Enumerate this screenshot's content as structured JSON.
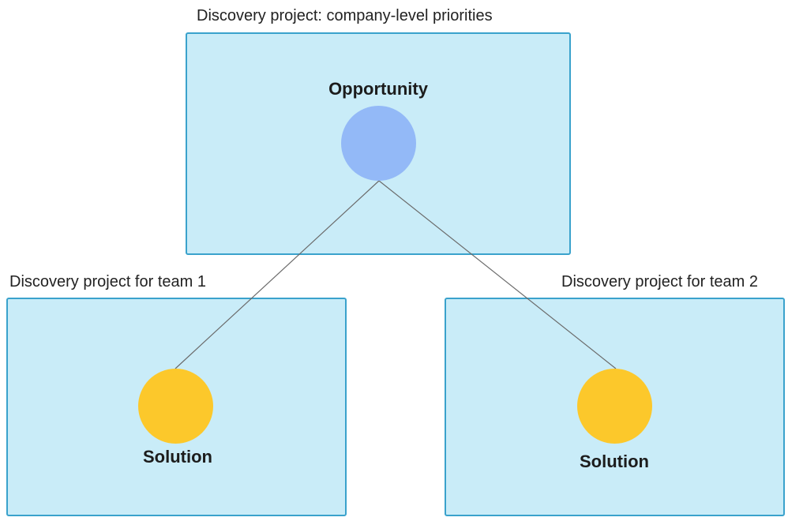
{
  "frames": {
    "company": {
      "label": "Discovery project: company-level priorities"
    },
    "team1": {
      "label": "Discovery project for team 1"
    },
    "team2": {
      "label": "Discovery project for team 2"
    }
  },
  "nodes": {
    "opportunity": {
      "label": "Opportunity",
      "color": "#93b9f7"
    },
    "solution1": {
      "label": "Solution",
      "color": "#fcc82b"
    },
    "solution2": {
      "label": "Solution",
      "color": "#fcc82b"
    }
  },
  "colors": {
    "frame_fill": "#c9ecf8",
    "frame_border": "#3aa2cc",
    "connector": "#6b6b6b"
  }
}
